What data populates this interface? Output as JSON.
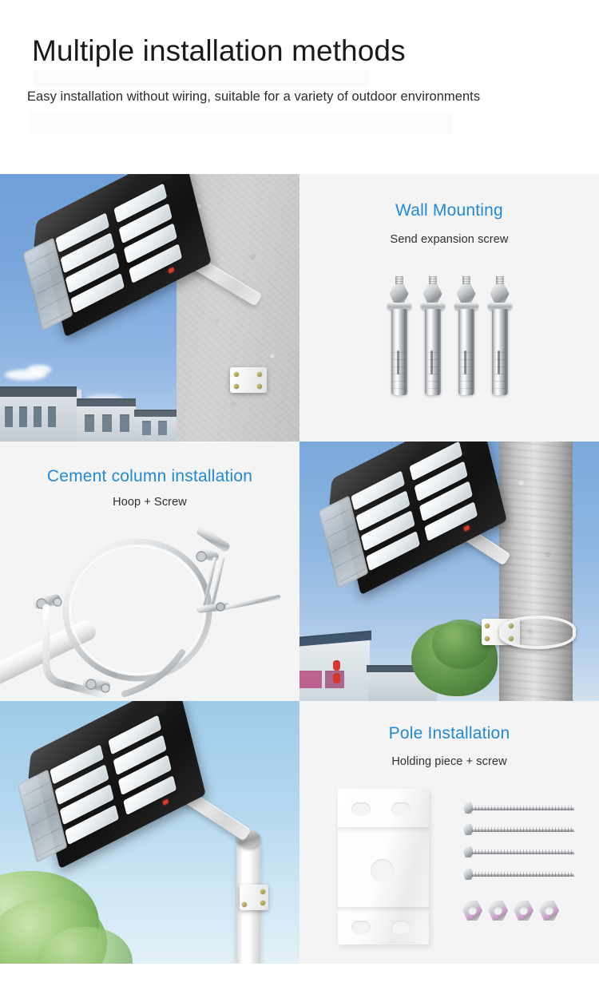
{
  "header": {
    "title": "Multiple installation methods",
    "subtitle": "Easy installation without wiring, suitable for a variety of outdoor environments"
  },
  "theme": {
    "accent_blue": "#2389d4",
    "body_text": "#2f2f2f",
    "title_text": "#1a1a1a",
    "panel_background": "#f4f4f4",
    "page_background": "#ffffff"
  },
  "grid": {
    "columns": 2,
    "rows": 3,
    "cells": [
      {
        "position": "row1-col1",
        "kind": "photo",
        "subject": "solar-street-light-mounted-on-concrete-wall",
        "scene": "blue sky with buildings on the horizon, grey concrete wall on the right, white angled arm bracket bolted to the wall"
      },
      {
        "position": "row1-col2",
        "kind": "text-and-hardware",
        "title": "Wall Mounting",
        "subtitle": "Send expansion screw",
        "hardware": "four stainless expansion anchor bolts with hex nuts and washers",
        "hardware_count": 4
      },
      {
        "position": "row2-col1",
        "kind": "text-and-hardware",
        "title": "Cement column installation",
        "subtitle": "Hoop + Screw",
        "hardware": "stainless steel hoop clamp with tightening screws on a white mounting arm",
        "hardware_count": 1
      },
      {
        "position": "row2-col2",
        "kind": "photo",
        "subject": "solar-street-light-mounted-on-cement-column",
        "scene": "blue sky, large grey cement column on the right with white clamp bracket, village house and green tree below"
      },
      {
        "position": "row3-col1",
        "kind": "photo",
        "subject": "solar-street-light-mounted-on-white-pole",
        "scene": "pale blue sky, white steel pole with ball cap, green foliage at bottom left"
      },
      {
        "position": "row3-col2",
        "kind": "text-and-hardware",
        "title": "Pole Installation",
        "subtitle": "Holding piece + screw",
        "hardware": "white L-shaped holding bracket with five mounting holes, four long bolts and four hex nuts",
        "bolt_count": 4,
        "nut_count": 4,
        "bracket_hole_count": 5
      }
    ]
  },
  "product": {
    "name": "solar street light",
    "led_module_rows": 4,
    "led_module_columns": 2,
    "led_module_count": 8,
    "housing_color": "#141414",
    "arm_color": "#ffffff",
    "indicator_color": "#d63a2a"
  }
}
